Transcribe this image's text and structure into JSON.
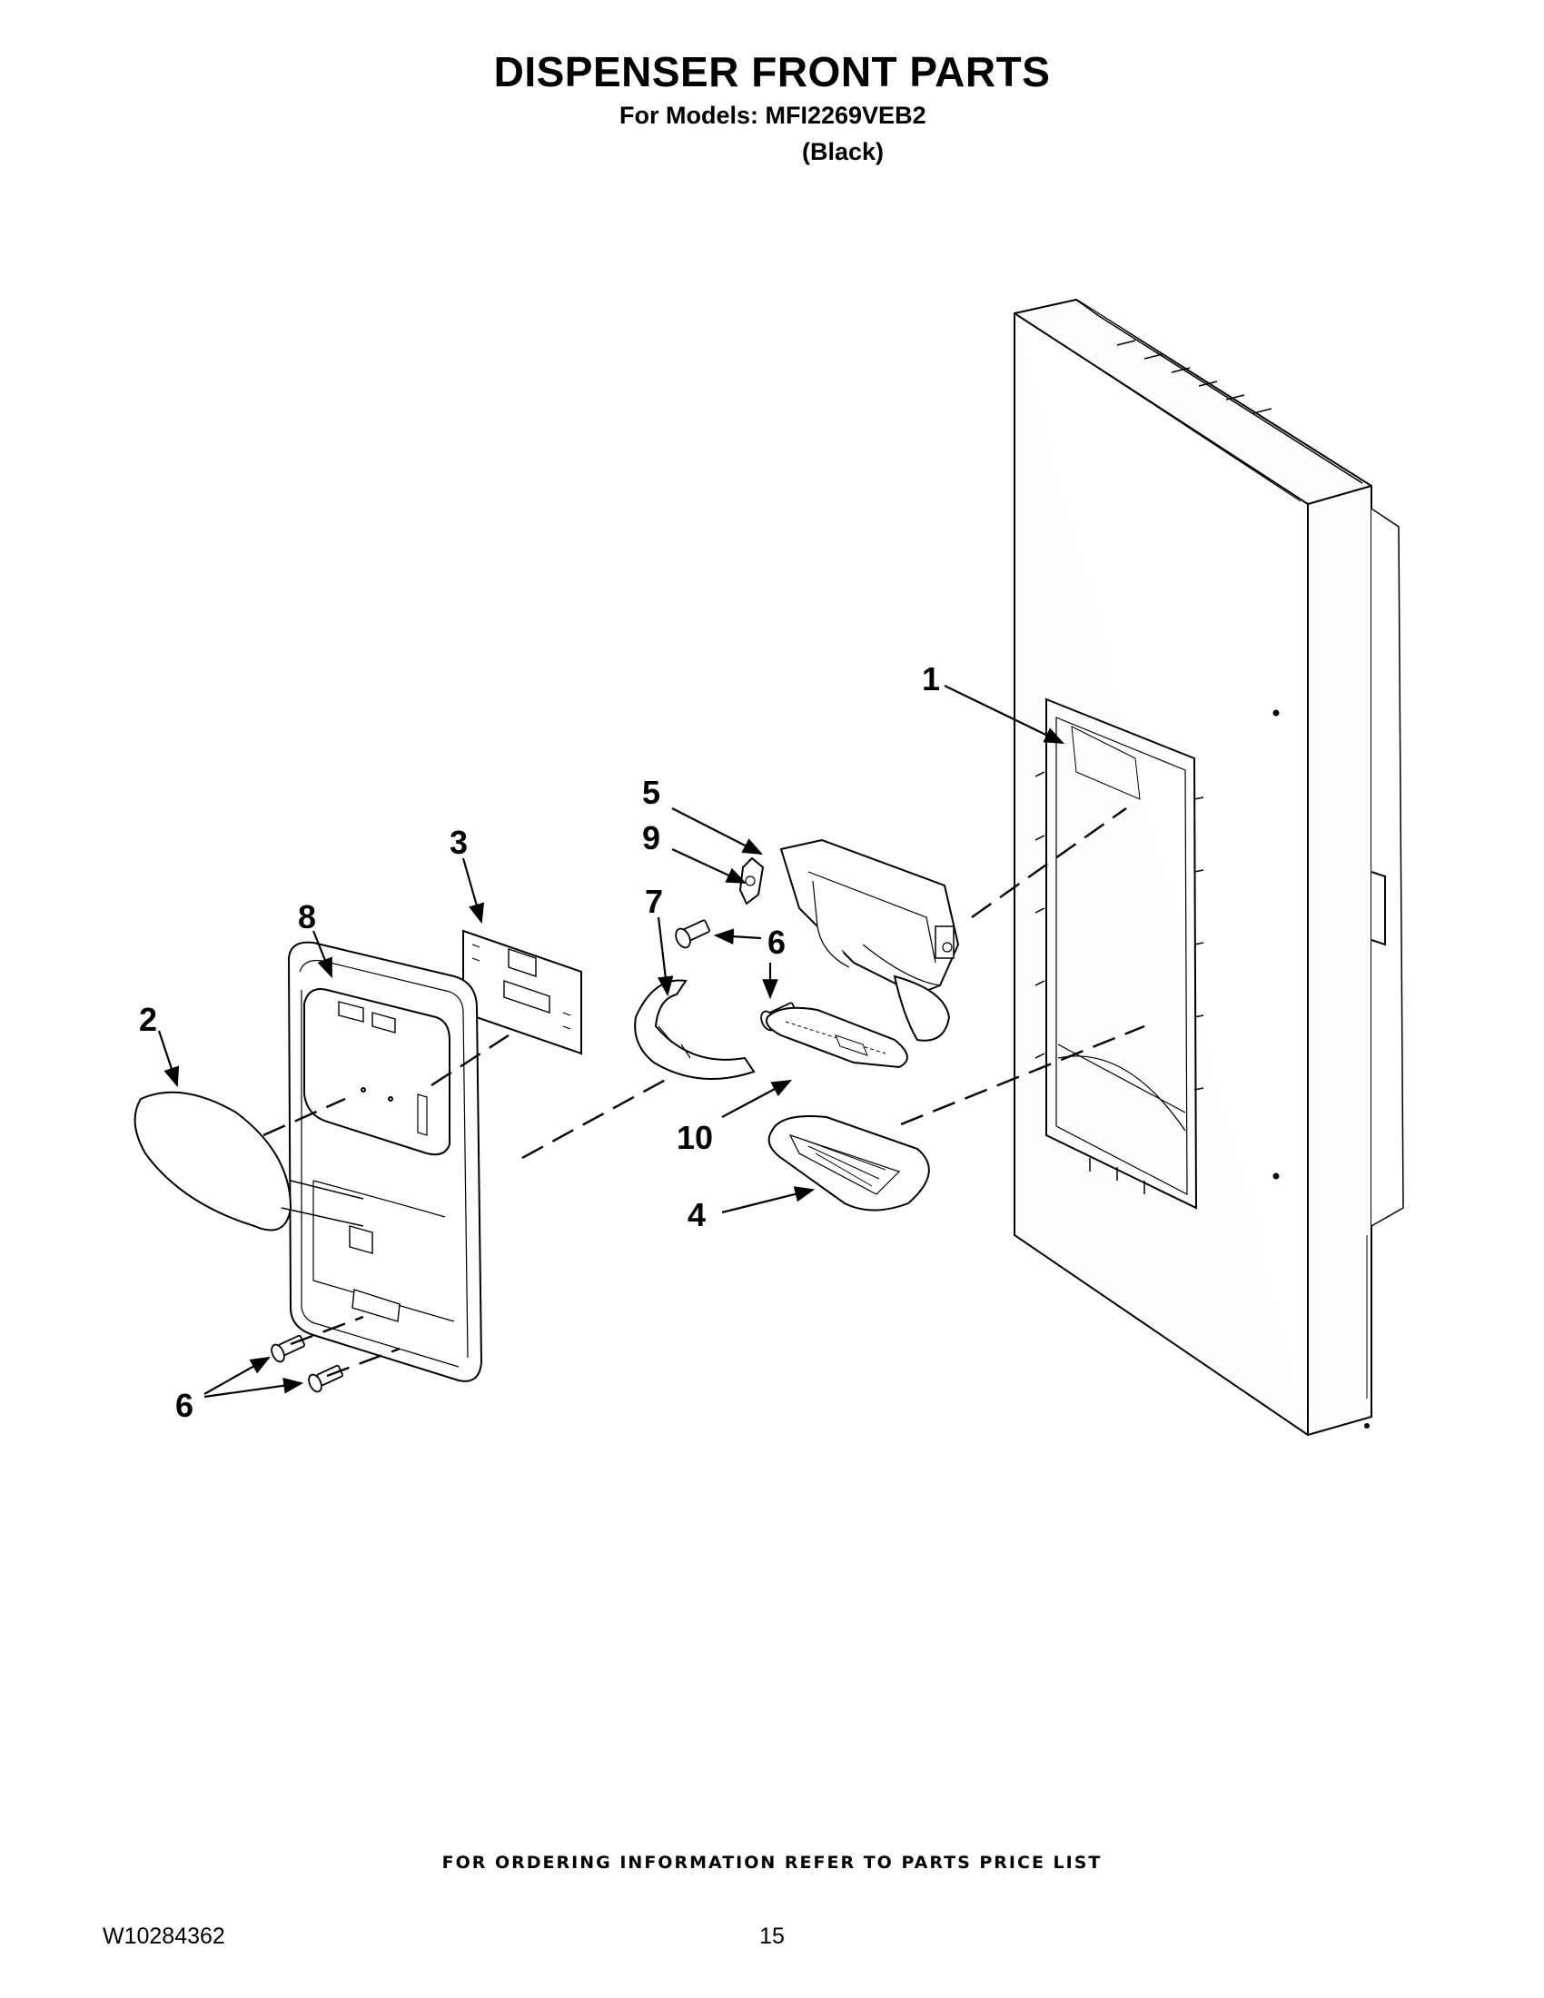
{
  "header": {
    "title": "DISPENSER FRONT PARTS",
    "models_line": "For Models: MFI2269VEB2",
    "color_line": "(Black)"
  },
  "callouts": {
    "c1": "1",
    "c2": "2",
    "c3": "3",
    "c4": "4",
    "c5": "5",
    "c6a": "6",
    "c6b": "6",
    "c6c": "6",
    "c7": "7",
    "c8": "8",
    "c9": "9",
    "c10": "10"
  },
  "footer": {
    "ordering_note": "FOR ORDERING INFORMATION REFER TO PARTS PRICE LIST",
    "document_number": "W10284362",
    "page_number": "15"
  }
}
